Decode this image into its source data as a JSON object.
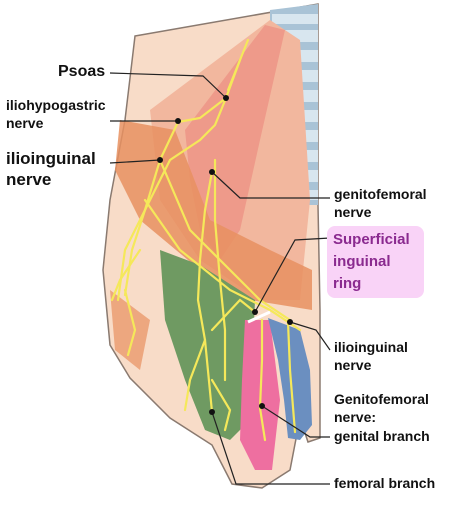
{
  "labels": {
    "psoas": "Psoas",
    "iliohypogastric_line1": "iliohypogastric",
    "iliohypogastric_line2": "nerve",
    "ilioinguinal_top_line1": "ilioinguinal",
    "ilioinguinal_top_line2": "nerve",
    "genitofemoral_line1": "genitofemoral",
    "genitofemoral_line2": "nerve",
    "superficial_ring_line1": "Superficial",
    "superficial_ring_line2": "inguinal",
    "superficial_ring_line3": "ring",
    "ilioinguinal_right_line1": "ilioinguinal",
    "ilioinguinal_right_line2": "nerve",
    "genitofemoral_branch_line1": "Genitofemoral",
    "genitofemoral_branch_line2": "nerve:",
    "genital_branch": "genital branch",
    "femoral_branch": "femoral branch"
  },
  "colors": {
    "skin": "#f8dcc8",
    "muscle": "#f0a888",
    "psoas": "#ee9a8a",
    "orange_band": "#e89060",
    "green_region": "#6f9a62",
    "pink_region": "#ee6fa0",
    "blue_region": "#6b8fc0",
    "nerve": "#f5e85a",
    "spine": "#a9c3d6",
    "highlight_box": "#f9d3f7",
    "highlight_text": "#8a2a8f"
  }
}
